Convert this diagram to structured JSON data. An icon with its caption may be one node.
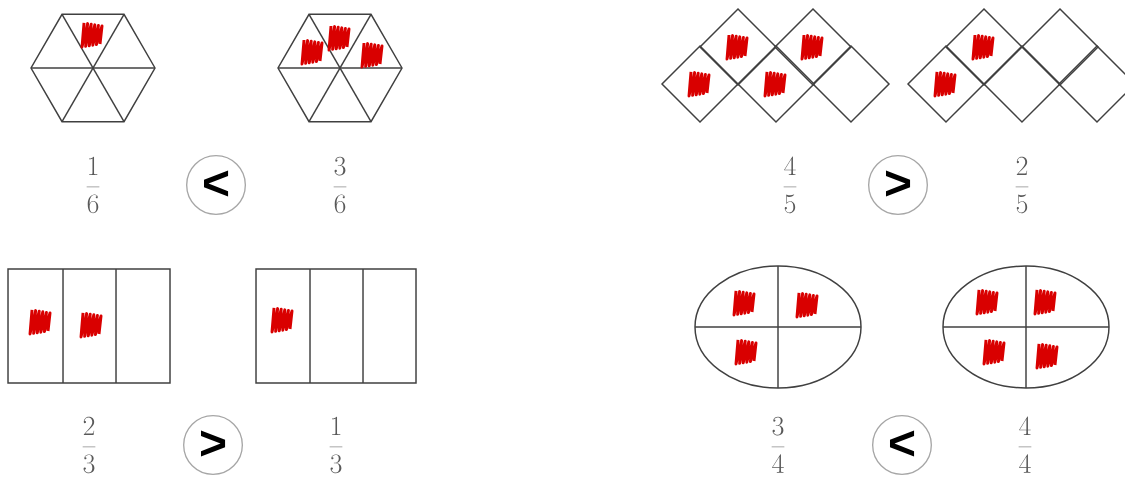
{
  "diagram": {
    "nodes": [
      {
        "text": [
          "<"
        ]
      },
      {
        "text": [
          ">"
        ]
      },
      {
        "text": [
          ">"
        ]
      },
      {
        "text": [
          "<"
        ]
      }
    ],
    "labels": [
      "\\frac{1}{6}",
      "\\frac{3}{6}",
      "\\frac{4}{5}",
      "\\frac{2}{5}",
      "\\frac{2}{3}",
      "\\frac{1}{3}",
      "\\frac{3}{4}",
      "\\frac{4}{4}"
    ]
  }
}
